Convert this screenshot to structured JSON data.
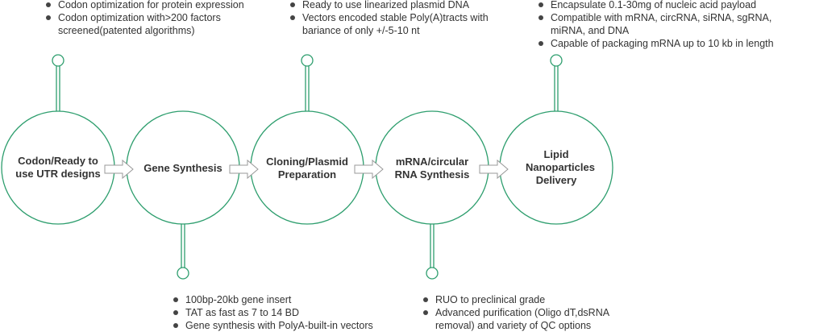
{
  "colors": {
    "accent": "#2e9e6e",
    "arrow": "#999999",
    "text": "#333333"
  },
  "stages": [
    {
      "label": "Codon/Ready to use UTR designs"
    },
    {
      "label": "Gene Synthesis"
    },
    {
      "label": "Cloning/Plasmid Preparation"
    },
    {
      "label": "mRNA/circular RNA Synthesis"
    },
    {
      "label": "Lipid Nanoparticles Delivery"
    }
  ],
  "notes": {
    "codon": [
      "Codon optimization for protein expression",
      "Codon optimization with>200 factors screened(patented algorithms)"
    ],
    "gene": [
      "100bp-20kb gene insert",
      "TAT as fast as 7 to 14 BD",
      "Gene synthesis with PolyA-built-in vectors"
    ],
    "cloning": [
      "Ready to use linearized plasmid DNA",
      "Vectors encoded stable Poly(A)tracts with bariance of only +/-5-10 nt"
    ],
    "mrna": [
      "RUO to preclinical grade",
      "Advanced purification (Oligo dT,dsRNA removal) and variety of QC options"
    ],
    "lnp": [
      "Encapsulate 0.1-30mg of nucleic acid payload",
      "Compatible with mRNA, circRNA, siRNA, sgRNA, miRNA, and DNA",
      "Capable of packaging mRNA up to 10 kb in length"
    ]
  }
}
